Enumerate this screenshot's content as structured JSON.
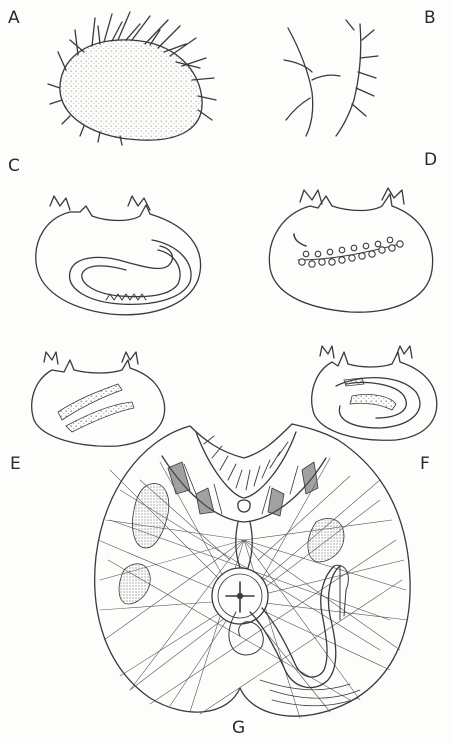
{
  "figure": {
    "labels": {
      "a": "A",
      "b": "B",
      "c": "C",
      "d": "D",
      "e": "E",
      "f": "F",
      "g": "G"
    }
  },
  "colors": {
    "ink": "#3a3a3a",
    "stipple": "#7a7a7a",
    "paper": "#fdfdfb"
  }
}
